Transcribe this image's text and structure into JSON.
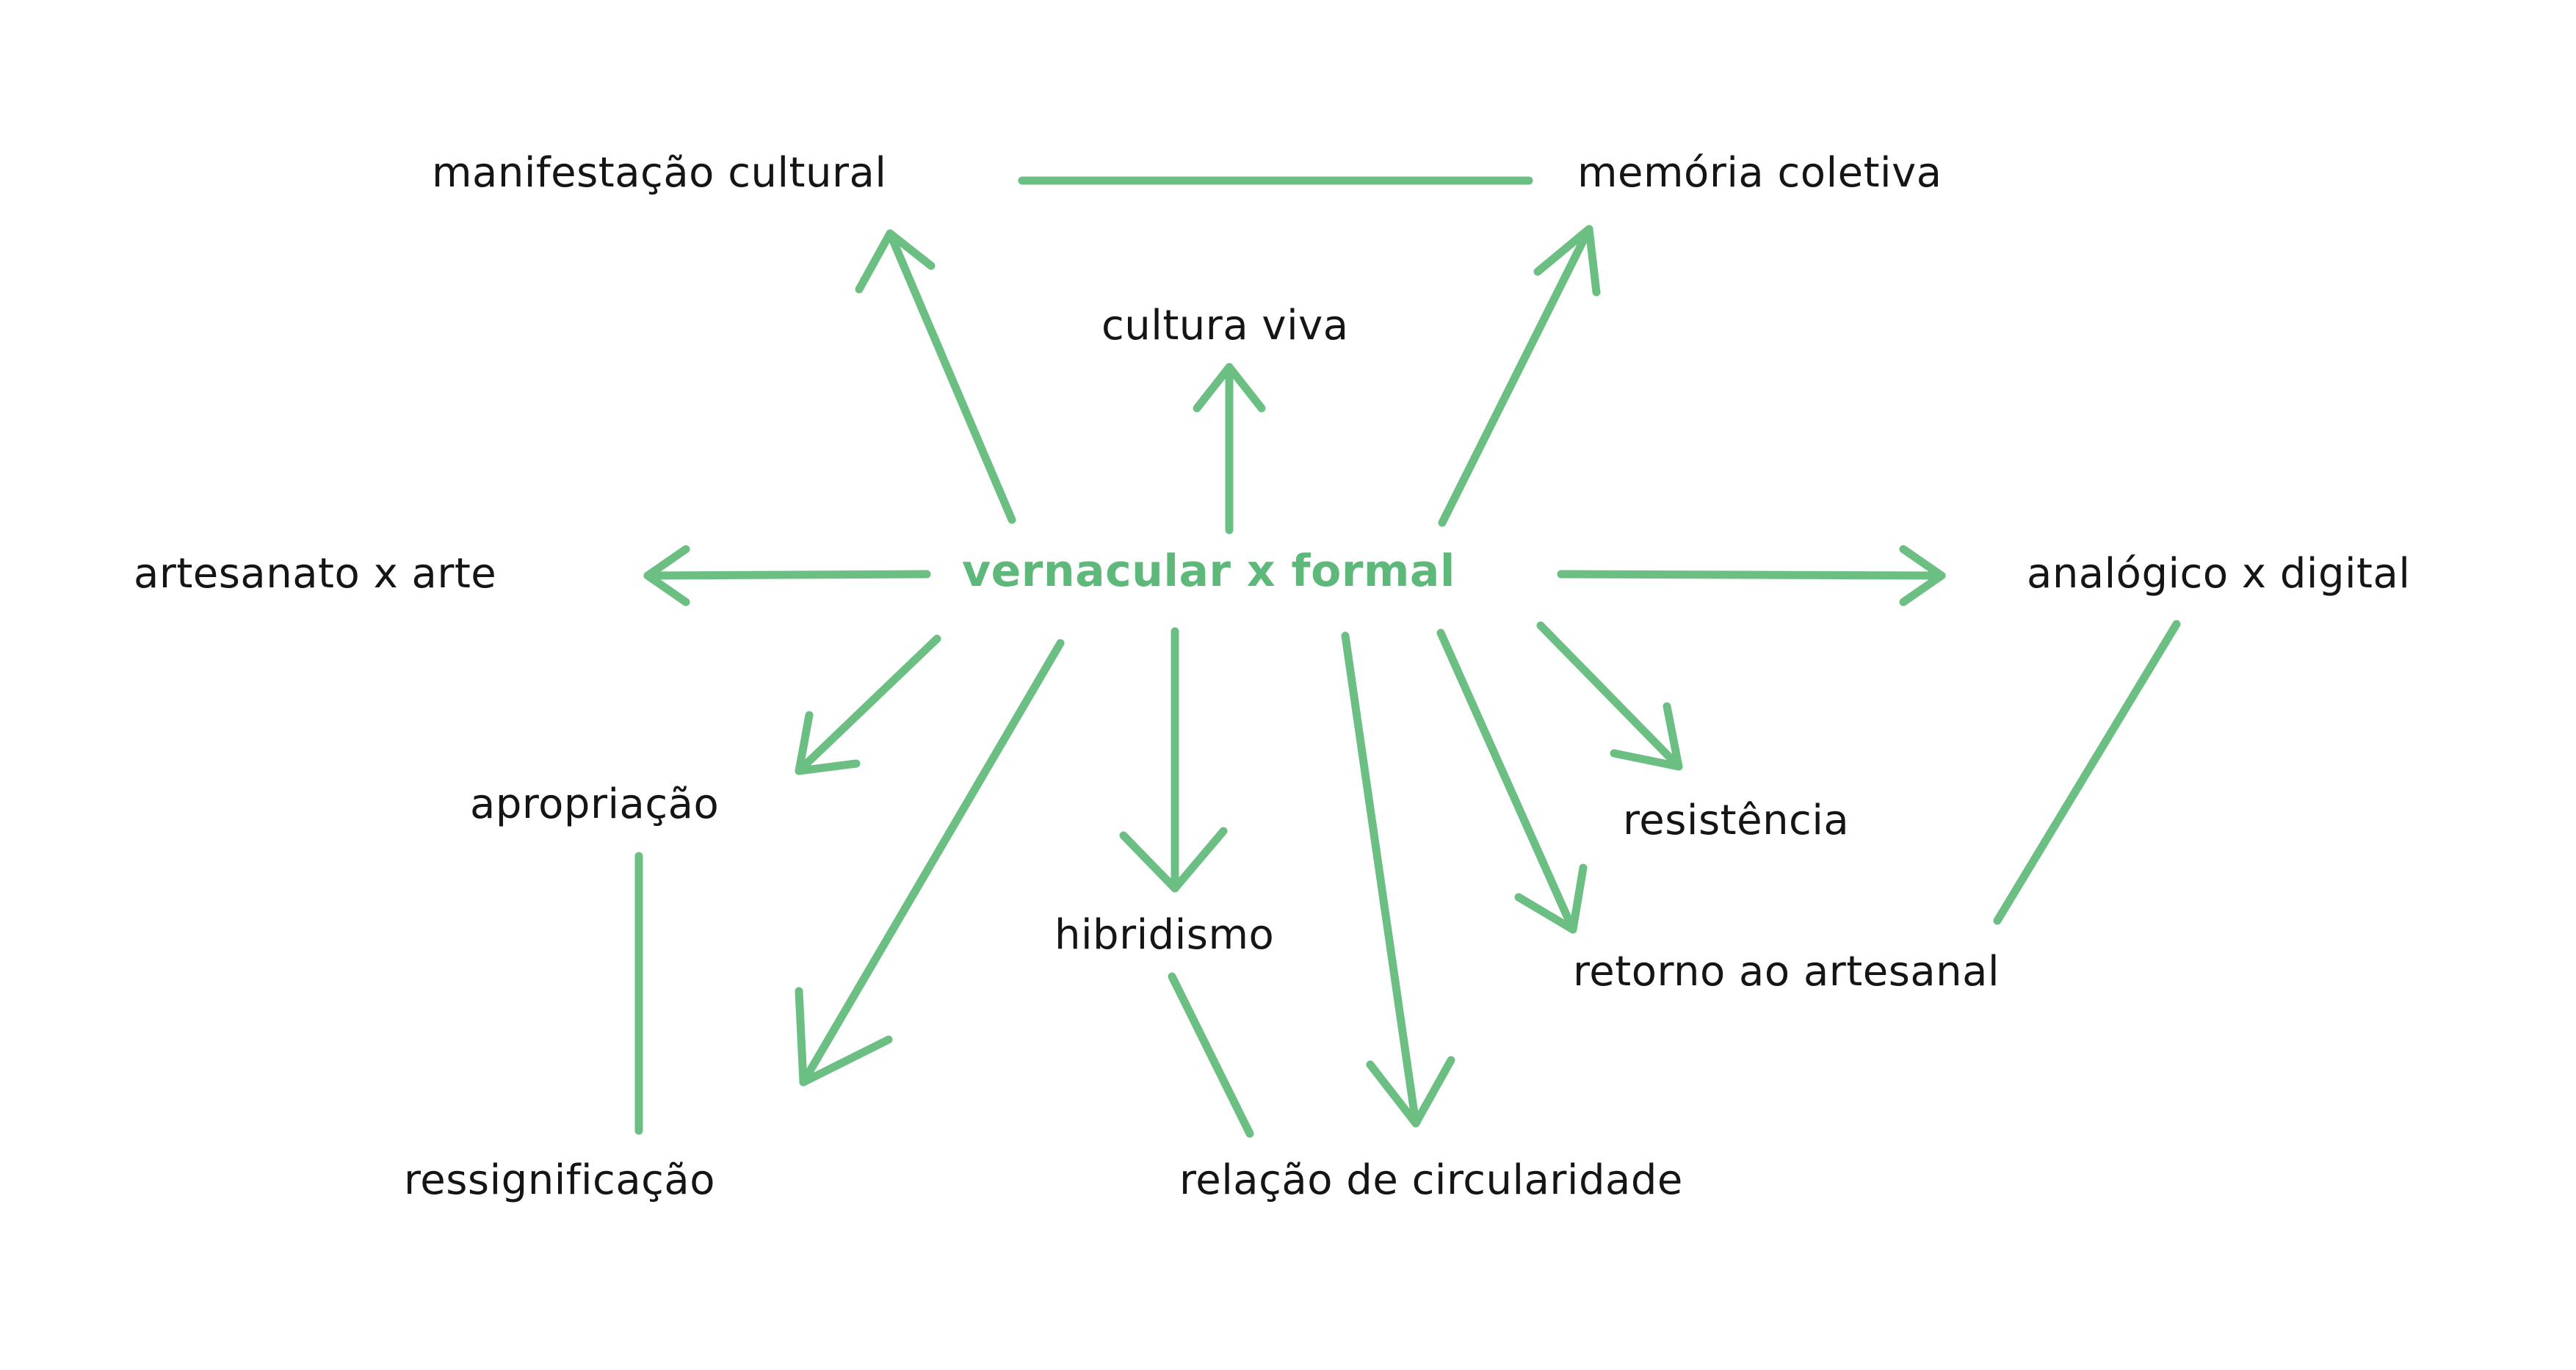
{
  "center": {
    "label": "vernacular x formal"
  },
  "nodes": {
    "manifestacao": "manifestação cultural",
    "memoria": "memória coletiva",
    "cultura_viva": "cultura viva",
    "artesanato": "artesanato x arte",
    "analogico": "analógico x digital",
    "apropriacao": "apropriação",
    "resistencia": "resistência",
    "hibridismo": "hibridismo",
    "retorno": "retorno ao artesanal",
    "ressignificacao": "ressignificação",
    "circularidade": "relação de circularidade"
  },
  "colors": {
    "accent": "#6cbf82",
    "text": "#151515"
  }
}
